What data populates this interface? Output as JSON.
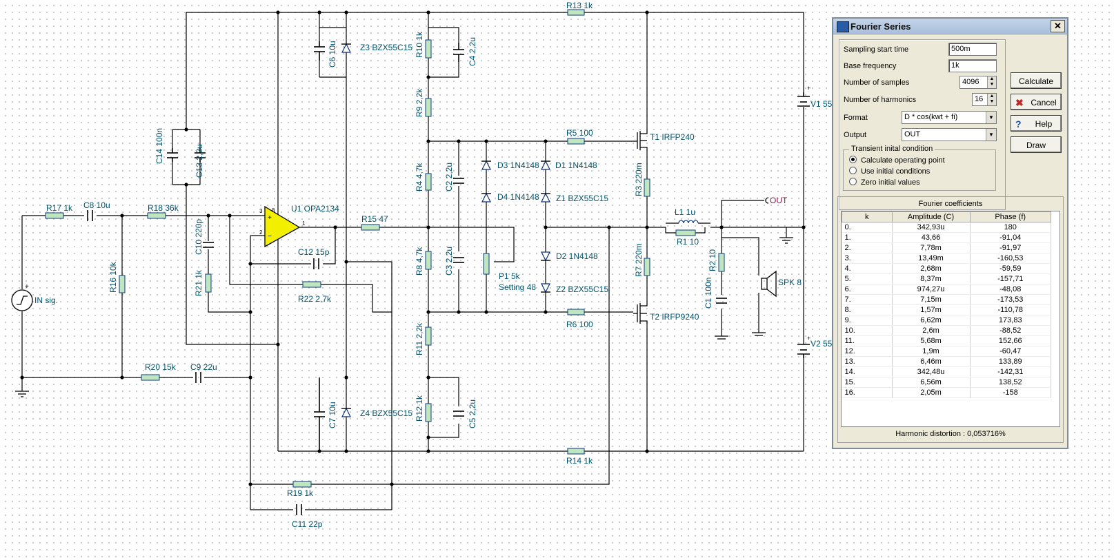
{
  "schematic": {
    "components": [
      {
        "id": "r13",
        "text": "R13 1k"
      },
      {
        "id": "c6",
        "text": "C6 10u"
      },
      {
        "id": "z3",
        "text": "Z3 BZX55C15"
      },
      {
        "id": "r10",
        "text": "R10 1k"
      },
      {
        "id": "c4",
        "text": "C4 2,2u"
      },
      {
        "id": "v1",
        "text": "V1 55"
      },
      {
        "id": "r9",
        "text": "R9 2,2k"
      },
      {
        "id": "c14",
        "text": "C14 100n"
      },
      {
        "id": "c13",
        "text": "C13 2,2u"
      },
      {
        "id": "r5",
        "text": "R5 100"
      },
      {
        "id": "t1",
        "text": "T1 IRFP240"
      },
      {
        "id": "d3",
        "text": "D3 1N4148"
      },
      {
        "id": "d1",
        "text": "D1 1N4148"
      },
      {
        "id": "r4",
        "text": "R4 4,7k"
      },
      {
        "id": "c2",
        "text": "C2 2,2u"
      },
      {
        "id": "r3",
        "text": "R3 220m"
      },
      {
        "id": "d4",
        "text": "D4 1N4148"
      },
      {
        "id": "z1",
        "text": "Z1 BZX55C15"
      },
      {
        "id": "out",
        "text": "OUT"
      },
      {
        "id": "r17",
        "text": "R17 1k"
      },
      {
        "id": "c8",
        "text": "C8 10u"
      },
      {
        "id": "r18",
        "text": "R18 36k"
      },
      {
        "id": "u1",
        "text": "U1 OPA2134"
      },
      {
        "id": "l1",
        "text": "L1 1u"
      },
      {
        "id": "r15",
        "text": "R15 47"
      },
      {
        "id": "c10",
        "text": "C10 220p"
      },
      {
        "id": "r1",
        "text": "R1 10"
      },
      {
        "id": "c12",
        "text": "C12 15p"
      },
      {
        "id": "d2",
        "text": "D2 1N4148"
      },
      {
        "id": "r8",
        "text": "R8 4,7k"
      },
      {
        "id": "c3",
        "text": "C3 2,2u"
      },
      {
        "id": "p1",
        "text": "P1 5k"
      },
      {
        "id": "p1s",
        "text": "Setting 48"
      },
      {
        "id": "r7",
        "text": "R7 220m"
      },
      {
        "id": "r2",
        "text": "R2 10"
      },
      {
        "id": "r16",
        "text": "R16 10k"
      },
      {
        "id": "spk",
        "text": "SPK 8"
      },
      {
        "id": "r21",
        "text": "R21 1k"
      },
      {
        "id": "r22",
        "text": "R22 2,7k"
      },
      {
        "id": "z2",
        "text": "Z2 BZX55C15"
      },
      {
        "id": "c1",
        "text": "C1 100n"
      },
      {
        "id": "insig",
        "text": "IN sig."
      },
      {
        "id": "r6",
        "text": "R6 100"
      },
      {
        "id": "t2",
        "text": "T2 IRFP9240"
      },
      {
        "id": "r11",
        "text": "R11 2,2k"
      },
      {
        "id": "v2",
        "text": "V2 55"
      },
      {
        "id": "r20",
        "text": "R20 15k"
      },
      {
        "id": "c9",
        "text": "C9 22u"
      },
      {
        "id": "r12",
        "text": "R12 1k"
      },
      {
        "id": "c7",
        "text": "C7 10u"
      },
      {
        "id": "z4",
        "text": "Z4 BZX55C15"
      },
      {
        "id": "c5",
        "text": "C5 2,2u"
      },
      {
        "id": "r14",
        "text": "R14 1k"
      },
      {
        "id": "r19",
        "text": "R19 1k"
      },
      {
        "id": "c11",
        "text": "C11 22p"
      }
    ],
    "opamp_pins": {
      "plus": "3",
      "minus": "2",
      "out": "1",
      "supply": "8"
    }
  },
  "dialog": {
    "title": "Fourier Series",
    "close": "✕",
    "fields": {
      "sampling_start_label": "Sampling start time",
      "sampling_start_value": "500m",
      "base_freq_label": "Base frequency",
      "base_freq_value": "1k",
      "num_samples_label": "Number of samples",
      "num_samples_value": "4096",
      "num_harmonics_label": "Number of harmonics",
      "num_harmonics_value": "16",
      "format_label": "Format",
      "format_value": "D * cos(kwt + fi)",
      "output_label": "Output",
      "output_value": "OUT"
    },
    "buttons": {
      "calculate": "Calculate",
      "cancel": "Cancel",
      "help": "Help",
      "draw": "Draw"
    },
    "transient": {
      "title": "Transient inital condition",
      "options": [
        "Calculate operating point",
        "Use initial conditions",
        "Zero initial values"
      ],
      "selected": 0
    },
    "coefficients": {
      "title": "Fourier coefficients",
      "columns": [
        "k",
        "Amplitude (C)",
        "Phase (f)"
      ],
      "rows": [
        [
          "0.",
          "342,93u",
          "180"
        ],
        [
          "1.",
          "43,66",
          "-91,04"
        ],
        [
          "2.",
          "7,78m",
          "-91,97"
        ],
        [
          "3.",
          "13,49m",
          "-160,53"
        ],
        [
          "4.",
          "2,68m",
          "-59,59"
        ],
        [
          "5.",
          "8,37m",
          "-157,71"
        ],
        [
          "6.",
          "974,27u",
          "-48,08"
        ],
        [
          "7.",
          "7,15m",
          "-173,53"
        ],
        [
          "8.",
          "1,57m",
          "-110,78"
        ],
        [
          "9.",
          "6,62m",
          "173,83"
        ],
        [
          "10.",
          "2,6m",
          "-88,52"
        ],
        [
          "11.",
          "5,68m",
          "152,66"
        ],
        [
          "12.",
          "1,9m",
          "-60,47"
        ],
        [
          "13.",
          "6,46m",
          "133,89"
        ],
        [
          "14.",
          "342,48u",
          "-142,31"
        ],
        [
          "15.",
          "6,56m",
          "138,52"
        ],
        [
          "16.",
          "2,05m",
          "-158"
        ]
      ]
    },
    "distortion_label": "Harmonic distortion :",
    "distortion_value": "0,053716%"
  }
}
